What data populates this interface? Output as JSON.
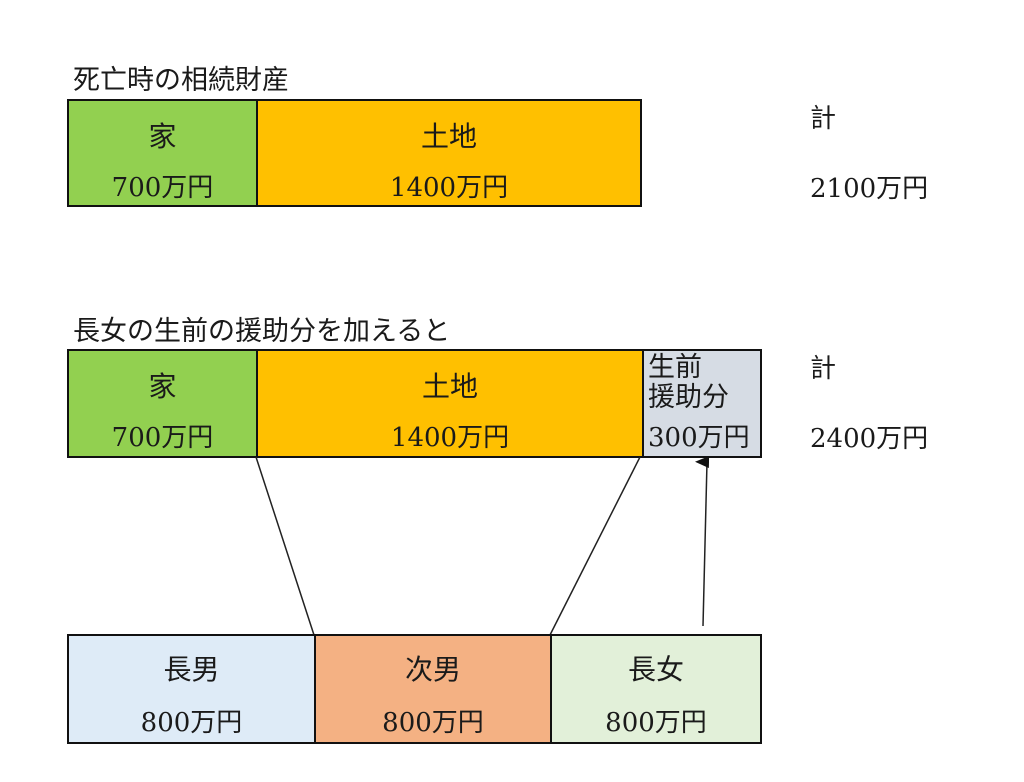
{
  "top": {
    "heading": "死亡時の相続財産",
    "segments": [
      {
        "name": "家",
        "amount": "700万円",
        "color": "#92d050"
      },
      {
        "name": "土地",
        "amount": "1400万円",
        "color": "#ffc000"
      }
    ],
    "total_label": "計",
    "total_value": "2100万円"
  },
  "middle": {
    "heading": "長女の生前の援助分を加えると",
    "segments": [
      {
        "name": "家",
        "amount": "700万円",
        "color": "#92d050"
      },
      {
        "name": "土地",
        "amount": "1400万円",
        "color": "#ffc000"
      },
      {
        "name": "生前\n援助分",
        "amount": "300万円",
        "color": "#d6dce4"
      }
    ],
    "total_label": "計",
    "total_value": "2400万円"
  },
  "bottom": {
    "segments": [
      {
        "name": "長男",
        "amount": "800万円",
        "color": "#deebf7"
      },
      {
        "name": "次男",
        "amount": "800万円",
        "color": "#f4b183"
      },
      {
        "name": "長女",
        "amount": "800万円",
        "color": "#e2f0d9"
      }
    ]
  }
}
